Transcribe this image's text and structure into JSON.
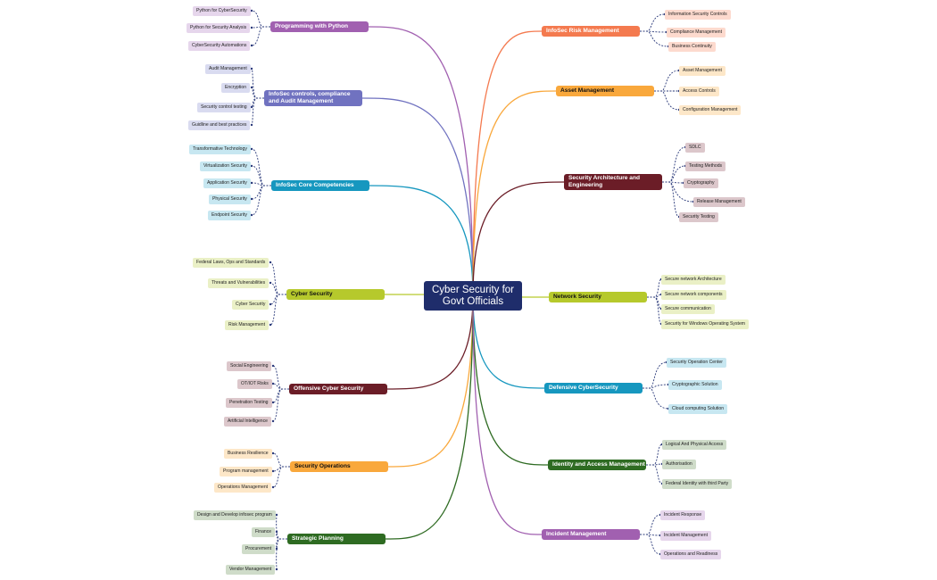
{
  "root": {
    "label": "Cyber Security for Govt Officials",
    "color": "#1f2d6b"
  },
  "topics": [
    {
      "id": "programming",
      "label": "Programming with Python",
      "color": "#a160b0",
      "leaf_color": "#e6d6ec",
      "children": [
        "Python for CyberSecurity",
        "Python for Security Analysis",
        "CyberSecurity Automations"
      ]
    },
    {
      "id": "controls",
      "label": "InfoSec controls, compliance and Audit Management",
      "color": "#7072c0",
      "leaf_color": "#d9dbf0",
      "children": [
        "Audit Management",
        "Encryption",
        "Security control testing",
        "Guidline and best practices"
      ]
    },
    {
      "id": "core",
      "label": "InfoSec Core Competencies",
      "color": "#1697bf",
      "leaf_color": "#c7e7f1",
      "children": [
        "Transformative Technology",
        "Virtualization Security",
        "Application Security",
        "Physical Security",
        "Endpoint Security"
      ]
    },
    {
      "id": "cyber",
      "label": "Cyber Security",
      "color": "#b6c92c",
      "leaf_color": "#eaf0c6",
      "children": [
        "Federal Laws, Ops and Standards",
        "Threats and Vulnerabilities",
        "Cyber Security",
        "Risk Management"
      ]
    },
    {
      "id": "offensive",
      "label": "Offensive Cyber Security",
      "color": "#6b1d27",
      "leaf_color": "#dcc7cb",
      "children": [
        "Social Engineering",
        "OT/IOT Risks",
        "Penetration Testing",
        "Artificial Intelligence"
      ]
    },
    {
      "id": "secops",
      "label": "Security Operations",
      "color": "#f9a83c",
      "leaf_color": "#fde7c8",
      "children": [
        "Business Resilience",
        "Program management",
        "Operations Management"
      ]
    },
    {
      "id": "strategic",
      "label": "Strategic Planning",
      "color": "#2e6b22",
      "leaf_color": "#cfdcc9",
      "children": [
        "Design and Develop infosec program",
        "Finance",
        "Procurement",
        "Vendor Management"
      ]
    },
    {
      "id": "risk",
      "label": "InfoSec Risk Management",
      "color": "#f47a4f",
      "leaf_color": "#fddace",
      "children": [
        "Information Security Controls",
        "Compliance Management",
        "Business Continuity"
      ]
    },
    {
      "id": "asset",
      "label": "Asset Management",
      "color": "#f9a83c",
      "leaf_color": "#fde7c8",
      "children": [
        "Asset Management",
        "Access Controls",
        "Configuration Management"
      ]
    },
    {
      "id": "arch",
      "label": "Security Architecture and Engineering",
      "color": "#6b1d27",
      "leaf_color": "#dcc7cb",
      "children": [
        "SDLC",
        "Testing Methods",
        "Cryptography",
        "Release Management",
        "Security Testing"
      ]
    },
    {
      "id": "network",
      "label": "Network Security",
      "color": "#b6c92c",
      "leaf_color": "#eaf0c6",
      "children": [
        "Secure network Architecture",
        "Secure network components",
        "Secure communication",
        "Security for Windows Operating System"
      ]
    },
    {
      "id": "defensive",
      "label": "Defensive CyberSecurity",
      "color": "#1697bf",
      "leaf_color": "#c7e7f1",
      "children": [
        "Security Operation Center",
        "Cryptographic Solution",
        "Cloud computing Solution"
      ]
    },
    {
      "id": "iam",
      "label": "Identity and Access Management",
      "color": "#2e6b22",
      "leaf_color": "#cfdcc9",
      "children": [
        "Logical And Physical Access",
        "Authorisation",
        "Federal Identity with third Party"
      ]
    },
    {
      "id": "incident",
      "label": "Incident Management",
      "color": "#a160b0",
      "leaf_color": "#e6d6ec",
      "children": [
        "Incident Response",
        "Incident Management",
        "Operations and Readiness"
      ]
    }
  ]
}
